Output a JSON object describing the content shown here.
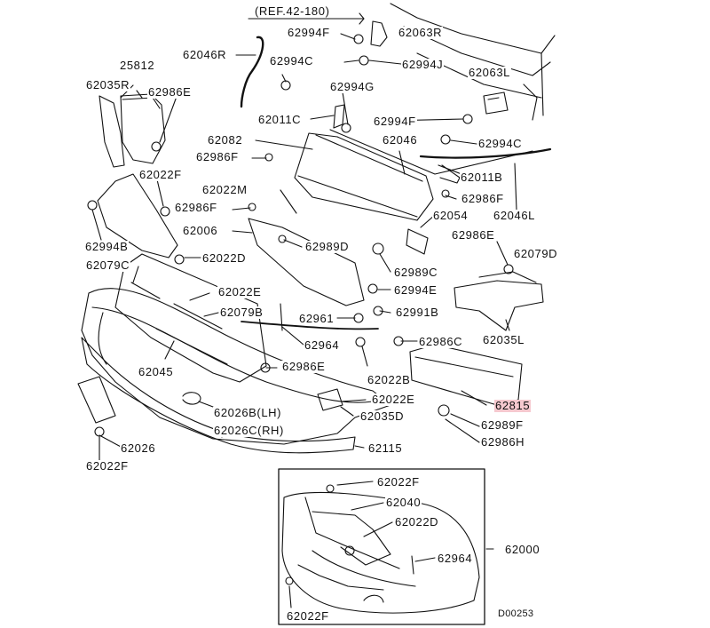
{
  "diagram": {
    "reference": "(REF.42-180)",
    "diagram_code": "D00253",
    "highlighted_part": "62815",
    "labels": [
      "62063R",
      "62994F",
      "62046R",
      "62994C",
      "62994J",
      "25812",
      "62063L",
      "62035R",
      "62986E",
      "62994G",
      "62011C",
      "62994F",
      "62082",
      "62046",
      "62994C",
      "62986F",
      "62011B",
      "62022F",
      "62986F",
      "62022M",
      "62986F",
      "62054",
      "62046L",
      "62994B",
      "62006",
      "62989D",
      "62986E",
      "62022D",
      "62989C",
      "62079D",
      "62079C",
      "62022E",
      "62994E",
      "62079B",
      "62961",
      "62991B",
      "62035L",
      "62964",
      "62986C",
      "62045",
      "62986E",
      "62022B",
      "62815",
      "62022E",
      "62026B(LH)",
      "62035D",
      "62989F",
      "62026C(RH)",
      "62986H",
      "62026",
      "62115",
      "62022F",
      "62022F",
      "62040",
      "62022D",
      "62000",
      "62964",
      "62022F"
    ]
  }
}
